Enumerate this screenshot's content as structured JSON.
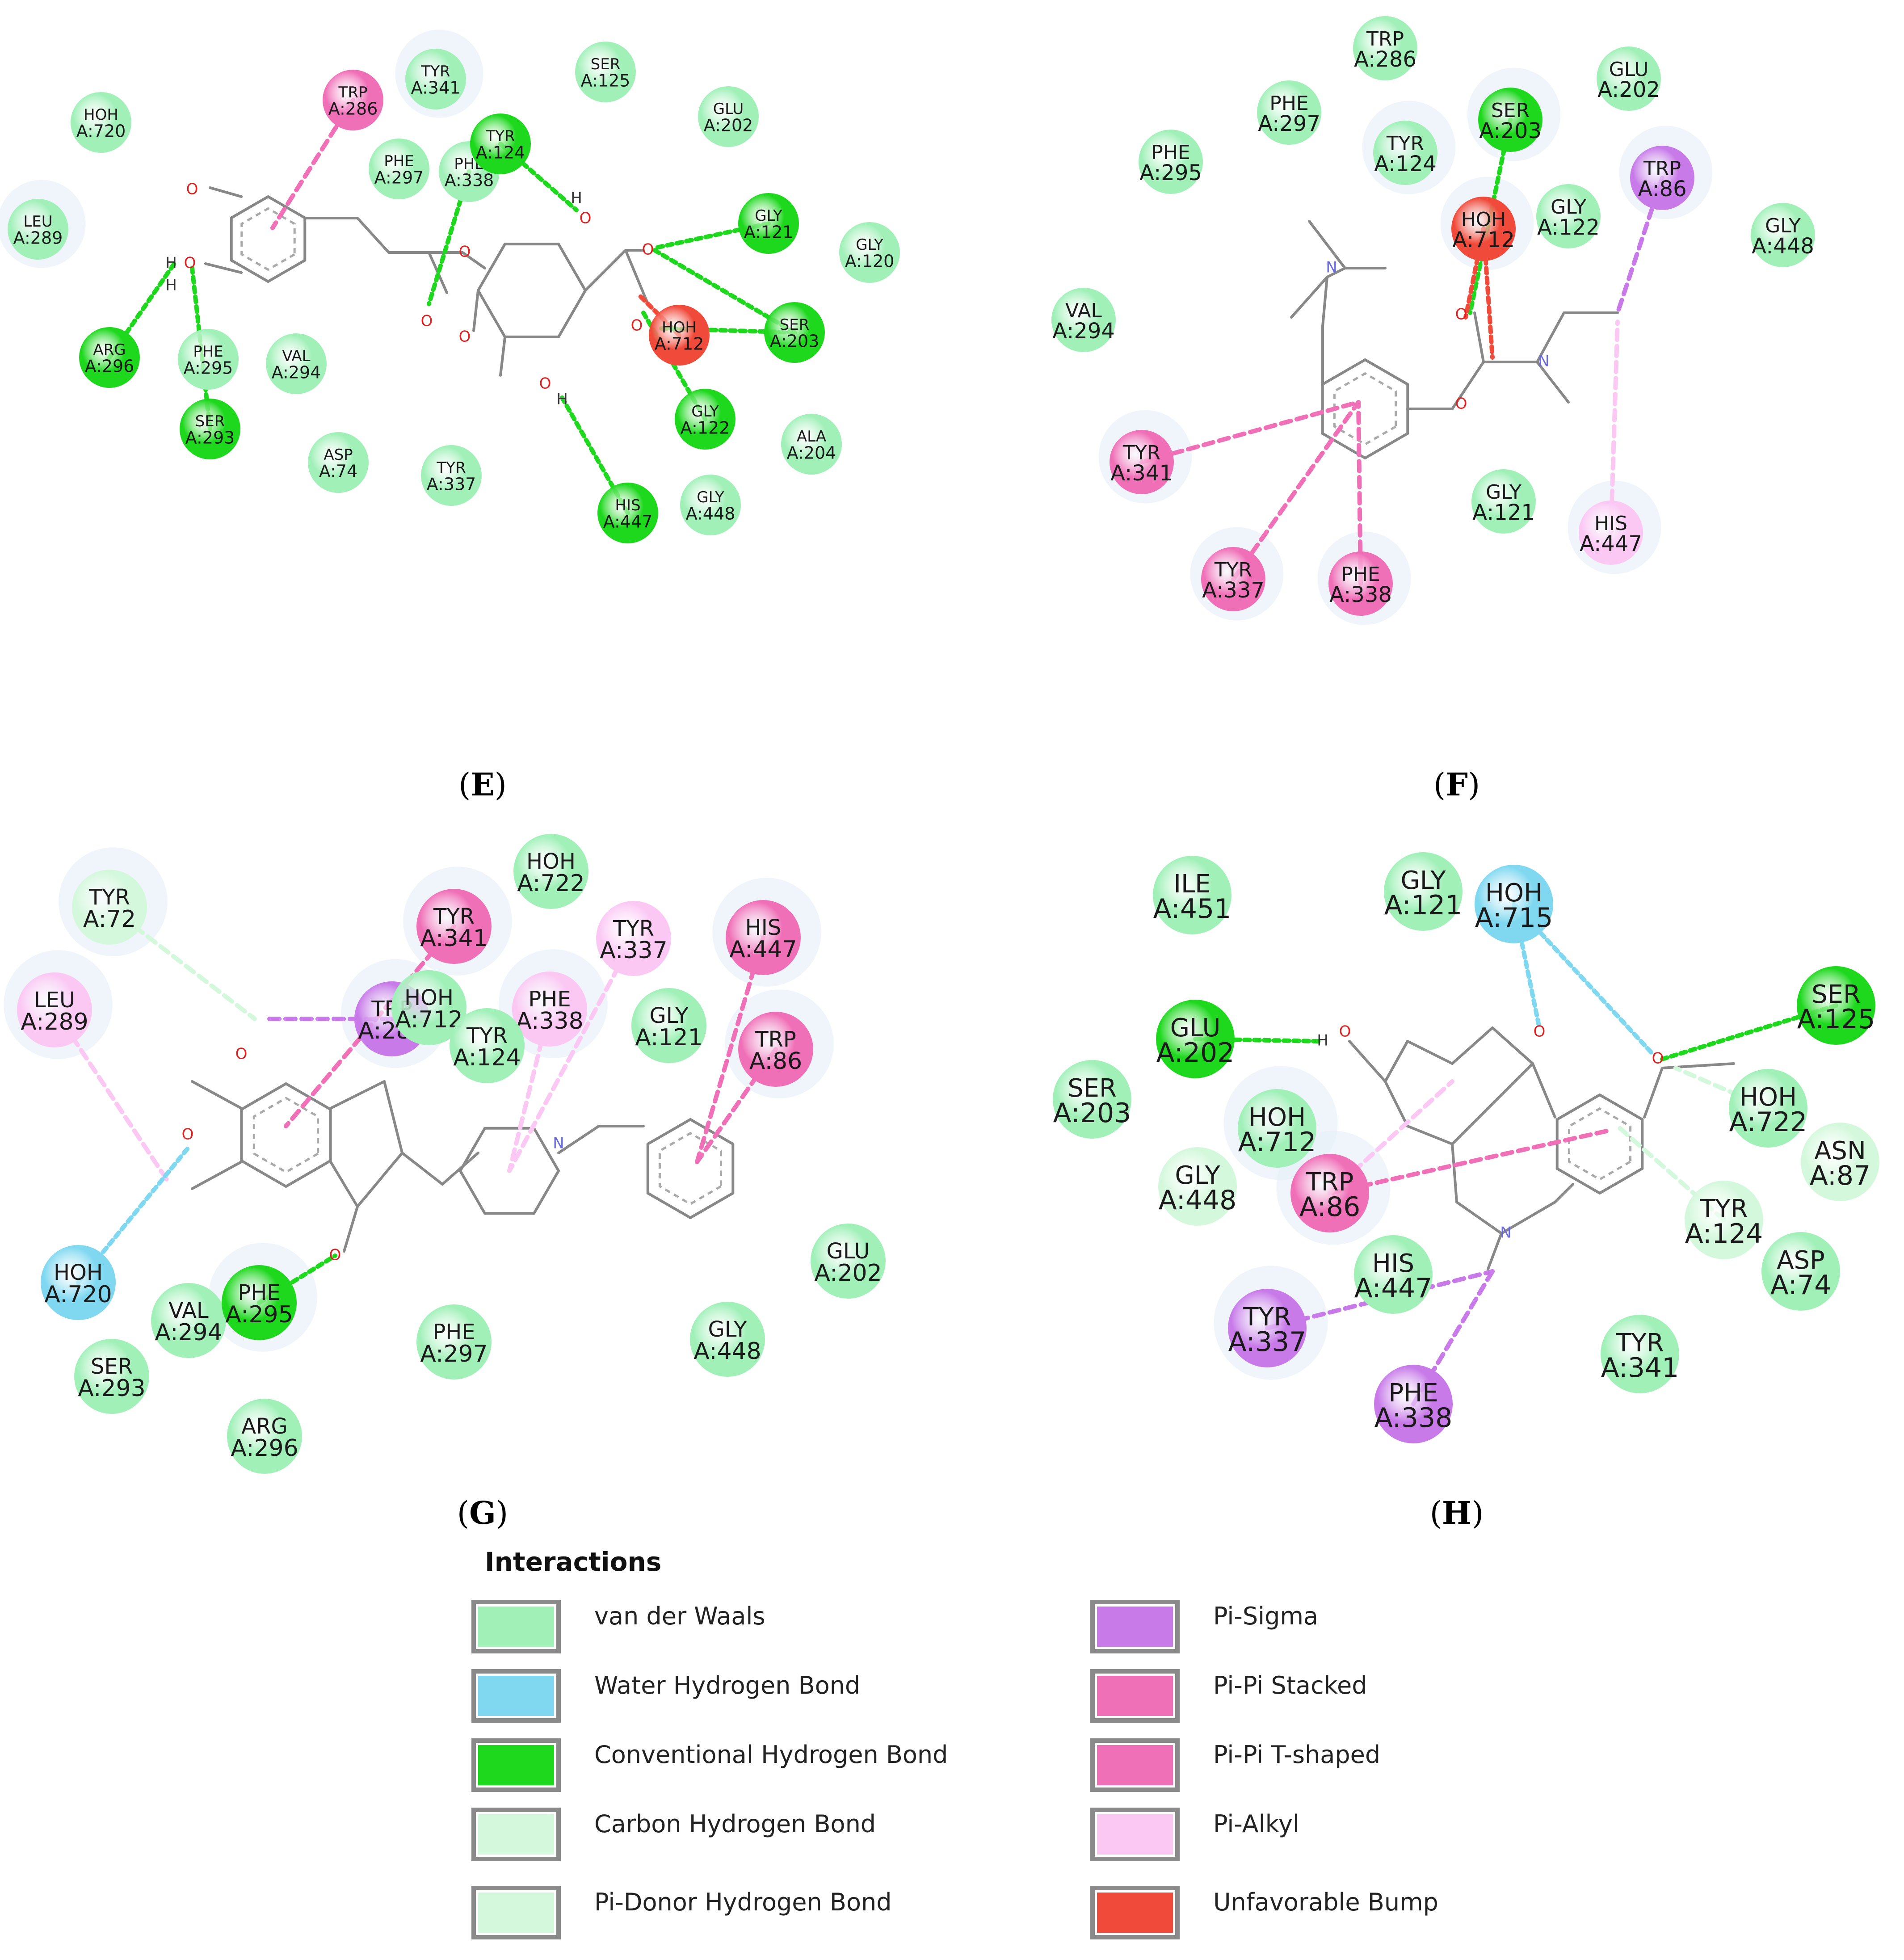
{
  "colors": {
    "vdw": "#a0f0b8",
    "water": "#7fd8f0",
    "conventional": "#1ed81e",
    "carbon": "#d4f8dc",
    "pi_donor": "#d4f8dc",
    "pi_sigma": "#c77ae8",
    "pi_pi_stacked": "#f070b8",
    "pi_pi_t": "#f070b8",
    "pi_alkyl": "#fbc8f4",
    "bump": "#f04a3a",
    "bond": "#888888",
    "oxygen": "#e02020",
    "nitrogen": "#6a6ae0"
  },
  "panels": [
    {
      "id": "E",
      "label": "E",
      "residues": [
        {
          "name": "HOH",
          "num": "A:720",
          "type": "vdw"
        },
        {
          "name": "LEU",
          "num": "A:289",
          "type": "vdw"
        },
        {
          "name": "ARG",
          "num": "A:296",
          "type": "conventional"
        },
        {
          "name": "PHE",
          "num": "A:295",
          "type": "vdw"
        },
        {
          "name": "SER",
          "num": "A:293",
          "type": "conventional"
        },
        {
          "name": "VAL",
          "num": "A:294",
          "type": "vdw"
        },
        {
          "name": "ASP",
          "num": "A:74",
          "type": "vdw"
        },
        {
          "name": "TYR",
          "num": "A:337",
          "type": "vdw"
        },
        {
          "name": "TRP",
          "num": "A:286",
          "type": "pi_pi_stacked"
        },
        {
          "name": "TYR",
          "num": "A:341",
          "type": "vdw"
        },
        {
          "name": "PHE",
          "num": "A:297",
          "type": "vdw"
        },
        {
          "name": "PHE",
          "num": "A:338",
          "type": "vdw"
        },
        {
          "name": "TYR",
          "num": "A:124",
          "type": "conventional"
        },
        {
          "name": "SER",
          "num": "A:125",
          "type": "vdw"
        },
        {
          "name": "GLU",
          "num": "A:202",
          "type": "vdw"
        },
        {
          "name": "GLY",
          "num": "A:121",
          "type": "conventional"
        },
        {
          "name": "GLY",
          "num": "A:120",
          "type": "vdw"
        },
        {
          "name": "HOH",
          "num": "A:712",
          "type": "bump"
        },
        {
          "name": "SER",
          "num": "A:203",
          "type": "conventional"
        },
        {
          "name": "GLY",
          "num": "A:122",
          "type": "conventional"
        },
        {
          "name": "ALA",
          "num": "A:204",
          "type": "vdw"
        },
        {
          "name": "HIS",
          "num": "A:447",
          "type": "conventional"
        },
        {
          "name": "GLY",
          "num": "A:448",
          "type": "vdw"
        }
      ]
    },
    {
      "id": "F",
      "label": "F",
      "residues": [
        {
          "name": "TRP",
          "num": "A:286",
          "type": "vdw"
        },
        {
          "name": "GLU",
          "num": "A:202",
          "type": "vdw"
        },
        {
          "name": "PHE",
          "num": "A:297",
          "type": "vdw"
        },
        {
          "name": "SER",
          "num": "A:203",
          "type": "conventional"
        },
        {
          "name": "PHE",
          "num": "A:295",
          "type": "vdw"
        },
        {
          "name": "TYR",
          "num": "A:124",
          "type": "vdw"
        },
        {
          "name": "HOH",
          "num": "A:712",
          "type": "bump"
        },
        {
          "name": "GLY",
          "num": "A:122",
          "type": "vdw"
        },
        {
          "name": "TRP",
          "num": "A:86",
          "type": "pi_sigma"
        },
        {
          "name": "GLY",
          "num": "A:448",
          "type": "vdw"
        },
        {
          "name": "VAL",
          "num": "A:294",
          "type": "vdw"
        },
        {
          "name": "TYR",
          "num": "A:341",
          "type": "pi_pi_stacked"
        },
        {
          "name": "GLY",
          "num": "A:121",
          "type": "vdw"
        },
        {
          "name": "HIS",
          "num": "A:447",
          "type": "pi_alkyl"
        },
        {
          "name": "TYR",
          "num": "A:337",
          "type": "pi_pi_stacked"
        },
        {
          "name": "PHE",
          "num": "A:338",
          "type": "pi_pi_stacked"
        }
      ]
    },
    {
      "id": "G",
      "label": "G",
      "residues": [
        {
          "name": "TYR",
          "num": "A:72",
          "type": "carbon"
        },
        {
          "name": "HOH",
          "num": "A:722",
          "type": "vdw"
        },
        {
          "name": "TYR",
          "num": "A:341",
          "type": "pi_pi_stacked"
        },
        {
          "name": "TYR",
          "num": "A:337",
          "type": "pi_alkyl"
        },
        {
          "name": "HIS",
          "num": "A:447",
          "type": "pi_pi_stacked"
        },
        {
          "name": "LEU",
          "num": "A:289",
          "type": "pi_alkyl"
        },
        {
          "name": "TRP",
          "num": "A:286",
          "type": "pi_sigma"
        },
        {
          "name": "HOH",
          "num": "A:712",
          "type": "vdw"
        },
        {
          "name": "PHE",
          "num": "A:338",
          "type": "pi_alkyl"
        },
        {
          "name": "TYR",
          "num": "A:124",
          "type": "vdw"
        },
        {
          "name": "GLY",
          "num": "A:121",
          "type": "vdw"
        },
        {
          "name": "TRP",
          "num": "A:86",
          "type": "pi_pi_stacked"
        },
        {
          "name": "HOH",
          "num": "A:720",
          "type": "water"
        },
        {
          "name": "VAL",
          "num": "A:294",
          "type": "vdw"
        },
        {
          "name": "PHE",
          "num": "A:295",
          "type": "conventional"
        },
        {
          "name": "SER",
          "num": "A:293",
          "type": "vdw"
        },
        {
          "name": "PHE",
          "num": "A:297",
          "type": "vdw"
        },
        {
          "name": "ARG",
          "num": "A:296",
          "type": "vdw"
        },
        {
          "name": "GLU",
          "num": "A:202",
          "type": "vdw"
        },
        {
          "name": "GLY",
          "num": "A:448",
          "type": "vdw"
        }
      ]
    },
    {
      "id": "H",
      "label": "H",
      "residues": [
        {
          "name": "ILE",
          "num": "A:451",
          "type": "vdw"
        },
        {
          "name": "GLY",
          "num": "A:121",
          "type": "vdw"
        },
        {
          "name": "HOH",
          "num": "A:715",
          "type": "water"
        },
        {
          "name": "GLU",
          "num": "A:202",
          "type": "conventional"
        },
        {
          "name": "SER",
          "num": "A:125",
          "type": "conventional"
        },
        {
          "name": "SER",
          "num": "A:203",
          "type": "vdw"
        },
        {
          "name": "HOH",
          "num": "A:712",
          "type": "vdw"
        },
        {
          "name": "HOH",
          "num": "A:722",
          "type": "vdw"
        },
        {
          "name": "GLY",
          "num": "A:448",
          "type": "carbon"
        },
        {
          "name": "TRP",
          "num": "A:86",
          "type": "pi_pi_stacked"
        },
        {
          "name": "ASN",
          "num": "A:87",
          "type": "carbon"
        },
        {
          "name": "TYR",
          "num": "A:124",
          "type": "carbon"
        },
        {
          "name": "HIS",
          "num": "A:447",
          "type": "vdw"
        },
        {
          "name": "ASP",
          "num": "A:74",
          "type": "vdw"
        },
        {
          "name": "TYR",
          "num": "A:337",
          "type": "pi_sigma"
        },
        {
          "name": "TYR",
          "num": "A:341",
          "type": "vdw"
        },
        {
          "name": "PHE",
          "num": "A:338",
          "type": "pi_sigma"
        }
      ]
    }
  ],
  "legend": {
    "title": "Interactions",
    "items": [
      {
        "label": "van der Waals",
        "key": "vdw"
      },
      {
        "label": "Water Hydrogen Bond",
        "key": "water"
      },
      {
        "label": "Conventional Hydrogen Bond",
        "key": "conventional"
      },
      {
        "label": "Carbon Hydrogen Bond",
        "key": "carbon"
      },
      {
        "label": "Pi-Donor Hydrogen Bond",
        "key": "pi_donor"
      },
      {
        "label": "Pi-Sigma",
        "key": "pi_sigma"
      },
      {
        "label": "Pi-Pi Stacked",
        "key": "pi_pi_stacked"
      },
      {
        "label": "Pi-Pi T-shaped",
        "key": "pi_pi_t"
      },
      {
        "label": "Pi-Alkyl",
        "key": "pi_alkyl"
      },
      {
        "label": "Unfavorable Bump",
        "key": "bump"
      }
    ]
  }
}
